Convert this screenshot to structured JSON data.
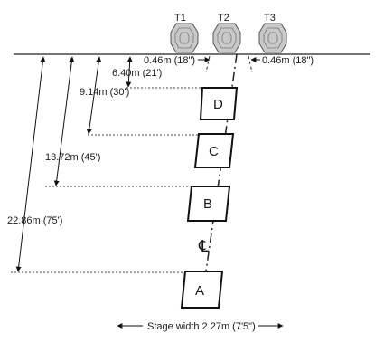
{
  "targets": [
    "T1",
    "T2",
    "T3"
  ],
  "target_spacing": {
    "left": "0.46m (18\")",
    "right": "0.46m (18\")"
  },
  "distances": [
    "6.40m (21')",
    "9.14m (30')",
    "13.72m (45')",
    "22.86m (75')"
  ],
  "boxes": [
    "D",
    "C",
    "B",
    "A"
  ],
  "centerline_symbol": "℄",
  "stage_width": "Stage width 2.27m (7'5\")"
}
